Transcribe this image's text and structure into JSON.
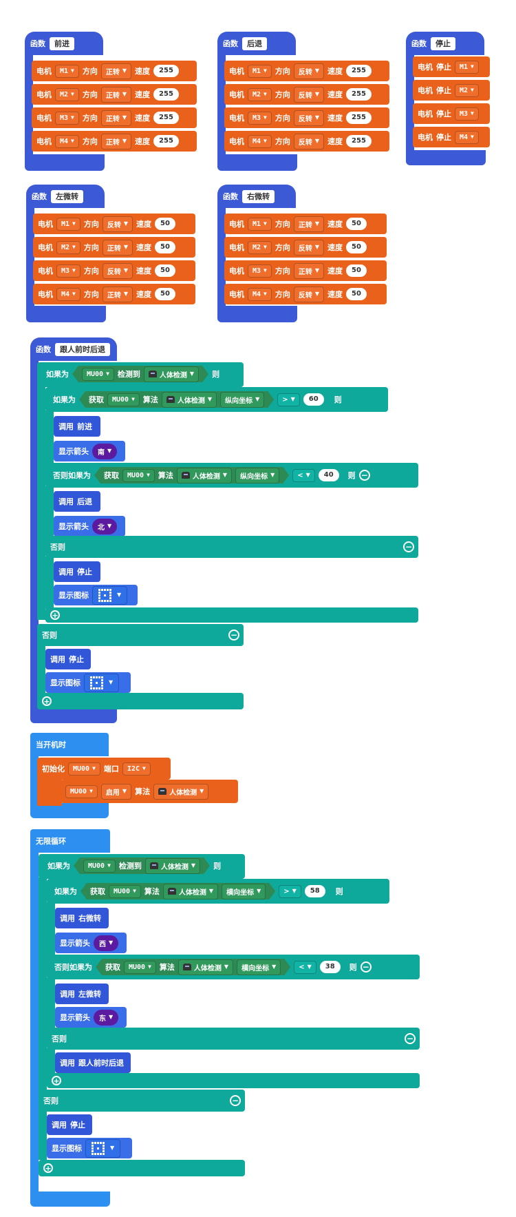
{
  "fn": {
    "label": "函数"
  },
  "motor": {
    "label": "电机",
    "dir": "方向",
    "speed": "速度",
    "stop": "停止"
  },
  "functions": [
    {
      "name": "前进",
      "rows": [
        [
          "M1",
          "正转",
          "255"
        ],
        [
          "M2",
          "正转",
          "255"
        ],
        [
          "M3",
          "正转",
          "255"
        ],
        [
          "M4",
          "正转",
          "255"
        ]
      ]
    },
    {
      "name": "后退",
      "rows": [
        [
          "M1",
          "反转",
          "255"
        ],
        [
          "M2",
          "反转",
          "255"
        ],
        [
          "M3",
          "反转",
          "255"
        ],
        [
          "M4",
          "反转",
          "255"
        ]
      ]
    },
    {
      "name": "停止",
      "rows": [
        [
          "M1"
        ],
        [
          "M2"
        ],
        [
          "M3"
        ],
        [
          "M4"
        ]
      ]
    },
    {
      "name": "左微转",
      "rows": [
        [
          "M1",
          "反转",
          "50"
        ],
        [
          "M2",
          "正转",
          "50"
        ],
        [
          "M3",
          "反转",
          "50"
        ],
        [
          "M4",
          "正转",
          "50"
        ]
      ]
    },
    {
      "name": "右微转",
      "rows": [
        [
          "M1",
          "正转",
          "50"
        ],
        [
          "M2",
          "反转",
          "50"
        ],
        [
          "M3",
          "正转",
          "50"
        ],
        [
          "M4",
          "反转",
          "50"
        ]
      ]
    }
  ],
  "follow": {
    "name": "跟人前时后退",
    "if": "如果为",
    "detect": "检测到",
    "then": "则",
    "else_if": "否则如果为",
    "else": "否则",
    "get": "获取",
    "algo": "算法",
    "sensor": "MU00",
    "human": "人体检测",
    "ycoord": "纵向坐标",
    "xcoord": "横向坐标",
    "call": "调用",
    "show_arrow": "显示箭头",
    "show_icon": "显示图标",
    "cond1": {
      "op": ">",
      "val": "60"
    },
    "cond2": {
      "op": "<",
      "val": "40"
    },
    "call1": "前进",
    "arrow1": "南",
    "call2": "后退",
    "arrow2": "北",
    "call3": "停止",
    "call4": "停止"
  },
  "startup": {
    "title": "当开机时",
    "init": "初始化",
    "port": "端口",
    "i2c": "I2C",
    "enable": "启用"
  },
  "loop": {
    "title": "无限循环",
    "cond1": {
      "op": ">",
      "val": "58"
    },
    "cond2": {
      "op": "<",
      "val": "38"
    },
    "call1": "右微转",
    "arrow1": "西",
    "call2": "左微转",
    "arrow2": "东",
    "call3": "跟人前时后退",
    "call4": "停止"
  },
  "icons": {
    "dropdown": "caret-down",
    "minus": "minus-circle",
    "plus": "plus-circle",
    "robot": "human-detect-icon",
    "grid": "matrix-icon"
  }
}
